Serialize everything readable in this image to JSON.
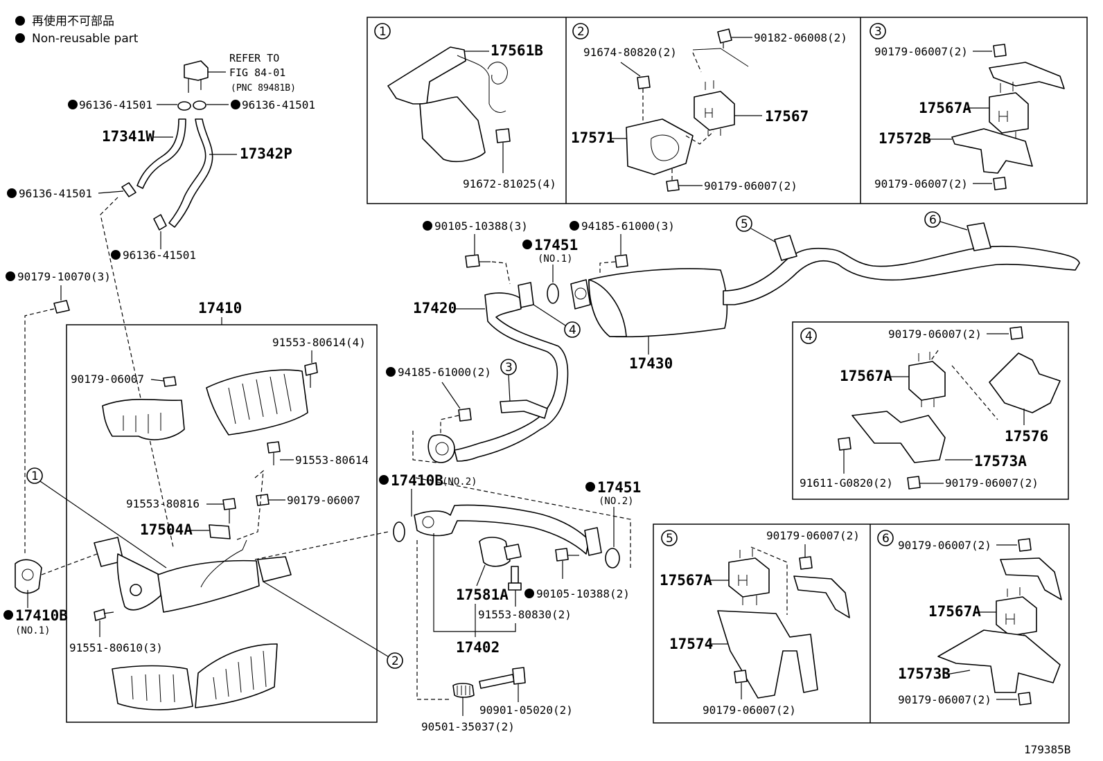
{
  "legend": {
    "line1": "再使用不可部品",
    "line2": "Non-reusable part"
  },
  "refer": {
    "line1": "REFER TO",
    "line2": "FIG 84-01",
    "line3": "(PNC 89481B)"
  },
  "figure_id": "179385B",
  "callouts": [
    "1",
    "2",
    "3",
    "4",
    "5",
    "6"
  ],
  "labels": {
    "p96136_a": "96136-41501",
    "p96136_b": "96136-41501",
    "p96136_c": "96136-41501",
    "p96136_d": "96136-41501",
    "p17341W": "17341W",
    "p17342P": "17342P",
    "p90179_10070": "90179-10070(3)",
    "p17410": "17410",
    "p91553_80614_4": "91553-80614(4)",
    "p90179_06007_a": "90179-06007",
    "p91553_80614": "91553-80614",
    "p91553_80816": "91553-80816",
    "p90179_06007_b": "90179-06007",
    "p17504A": "17504A",
    "p17410B_1": "17410B",
    "p17410B_1_note": "(NO.1)",
    "p91551_80610": "91551-80610(3)",
    "p90105_10388_3": "90105-10388(3)",
    "p17451_1": "17451",
    "p17451_1_note": "(NO.1)",
    "p94185_61000_3": "94185-61000(3)",
    "p17420": "17420",
    "p17430": "17430",
    "p94185_61000_2": "94185-61000(2)",
    "p17410B_2": "17410B",
    "p17410B_2_note": "(NO.2)",
    "p17451_2": "17451",
    "p17451_2_note": "(NO.2)",
    "p17581A": "17581A",
    "p90105_10388_2": "90105-10388(2)",
    "p91553_80830": "91553-80830(2)",
    "p17402": "17402",
    "p90901_05020": "90901-05020(2)",
    "p90501_35037": "90501-35037(2)",
    "b1_17561B": "17561B",
    "b1_91672": "91672-81025(4)",
    "b2_90182": "90182-06008(2)",
    "b2_91674": "91674-80820(2)",
    "b2_17567": "17567",
    "b2_17571": "17571",
    "b2_90179": "90179-06007(2)",
    "b3_90179_top": "90179-06007(2)",
    "b3_17567A": "17567A",
    "b3_17572B": "17572B",
    "b3_90179_bot": "90179-06007(2)",
    "b4_90179_top": "90179-06007(2)",
    "b4_17567A": "17567A",
    "b4_17576": "17576",
    "b4_17573A": "17573A",
    "b4_91611": "91611-G0820(2)",
    "b4_90179_bot": "90179-06007(2)",
    "b5_90179_top": "90179-06007(2)",
    "b5_17567A": "17567A",
    "b5_17574": "17574",
    "b5_90179_bot": "90179-06007(2)",
    "b6_90179_top": "90179-06007(2)",
    "b6_17567A": "17567A",
    "b6_17573B": "17573B",
    "b6_90179_bot": "90179-06007(2)"
  }
}
